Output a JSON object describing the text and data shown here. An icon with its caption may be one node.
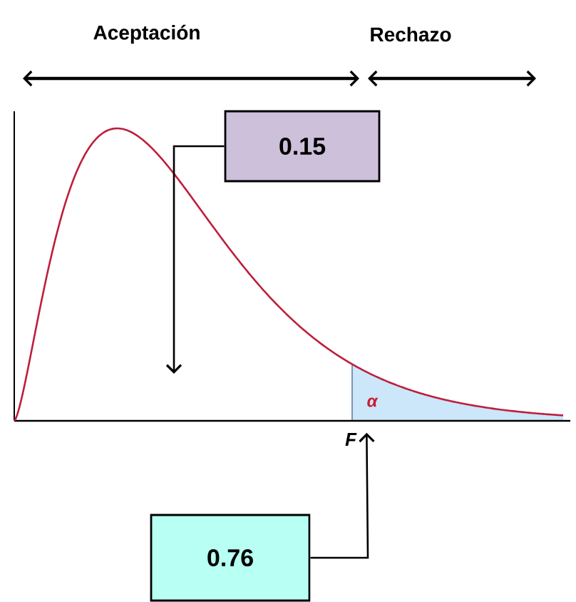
{
  "diagram": {
    "nodes": [
      {
        "text": [
          "0.15"
        ]
      },
      {
        "text": [
          "0.76"
        ]
      },
      {
        "text": [
          "F"
        ]
      }
    ],
    "edges": [
      {
        "from": 0,
        "to": null,
        "arrow": "to"
      },
      {
        "from": 1,
        "to": 2,
        "arrow": "to"
      }
    ],
    "labels": [
      "Aceptación",
      "Rechazo",
      "α"
    ]
  }
}
